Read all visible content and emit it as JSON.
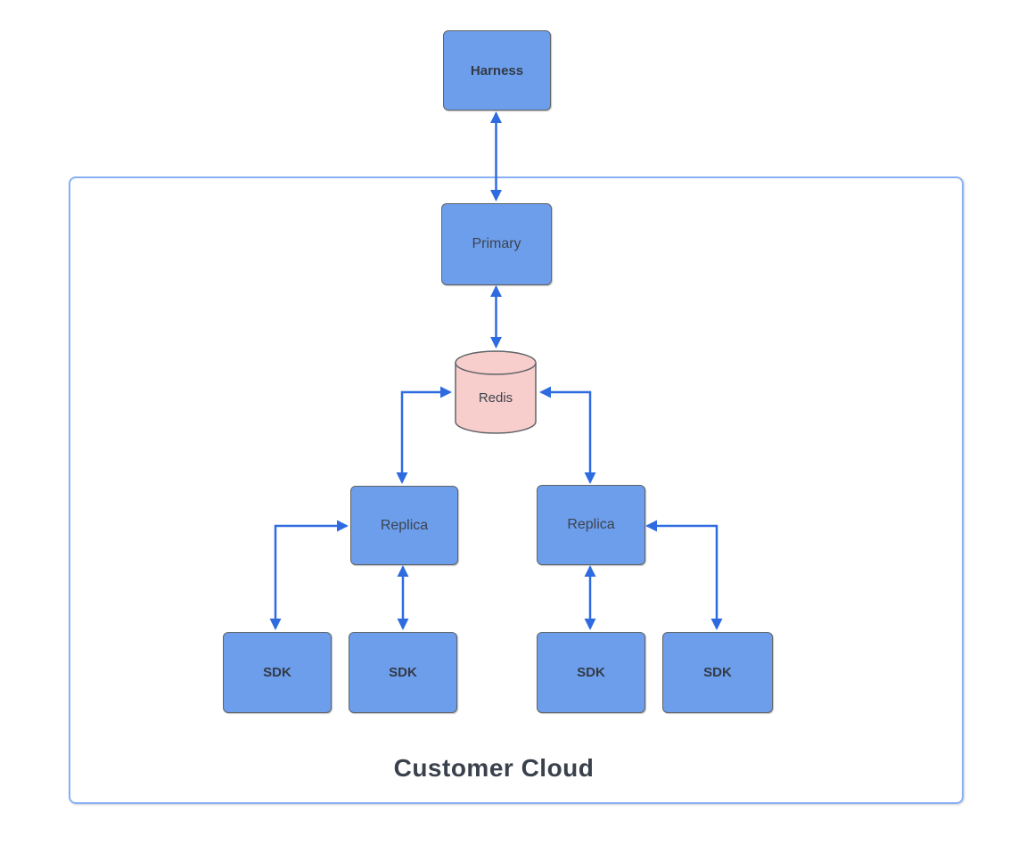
{
  "diagram": {
    "container_label": "Customer Cloud",
    "nodes": {
      "harness": {
        "label": "Harness",
        "shape": "rectangle",
        "emphasis": "bold"
      },
      "primary": {
        "label": "Primary",
        "shape": "rectangle",
        "emphasis": "regular"
      },
      "redis": {
        "label": "Redis",
        "shape": "cylinder",
        "emphasis": "regular"
      },
      "replica_left": {
        "label": "Replica",
        "shape": "rectangle",
        "emphasis": "regular"
      },
      "replica_right": {
        "label": "Replica",
        "shape": "rectangle",
        "emphasis": "regular"
      },
      "sdk_1": {
        "label": "SDK",
        "shape": "rectangle",
        "emphasis": "bold"
      },
      "sdk_2": {
        "label": "SDK",
        "shape": "rectangle",
        "emphasis": "bold"
      },
      "sdk_3": {
        "label": "SDK",
        "shape": "rectangle",
        "emphasis": "bold"
      },
      "sdk_4": {
        "label": "SDK",
        "shape": "rectangle",
        "emphasis": "bold"
      }
    },
    "edges": [
      {
        "from": "harness",
        "to": "primary",
        "style": "straight",
        "arrows": "both"
      },
      {
        "from": "primary",
        "to": "redis",
        "style": "straight",
        "arrows": "both"
      },
      {
        "from": "replica_left",
        "to": "redis",
        "style": "elbow",
        "arrows": "both"
      },
      {
        "from": "replica_right",
        "to": "redis",
        "style": "elbow",
        "arrows": "both"
      },
      {
        "from": "sdk_1",
        "to": "replica_left",
        "style": "elbow",
        "arrows": "both"
      },
      {
        "from": "sdk_2",
        "to": "replica_left",
        "style": "straight",
        "arrows": "both"
      },
      {
        "from": "sdk_3",
        "to": "replica_right",
        "style": "straight",
        "arrows": "both"
      },
      {
        "from": "sdk_4",
        "to": "replica_right",
        "style": "elbow",
        "arrows": "both"
      }
    ],
    "colors": {
      "node_fill": "#6d9eeb",
      "node_border": "#5f6368",
      "redis_fill": "#f8cecc",
      "arrow": "#2f6be0",
      "container_border": "#88b0f4",
      "label_text": "#3c434e",
      "title_text": "#3a414c",
      "background": "#ffffff"
    }
  }
}
